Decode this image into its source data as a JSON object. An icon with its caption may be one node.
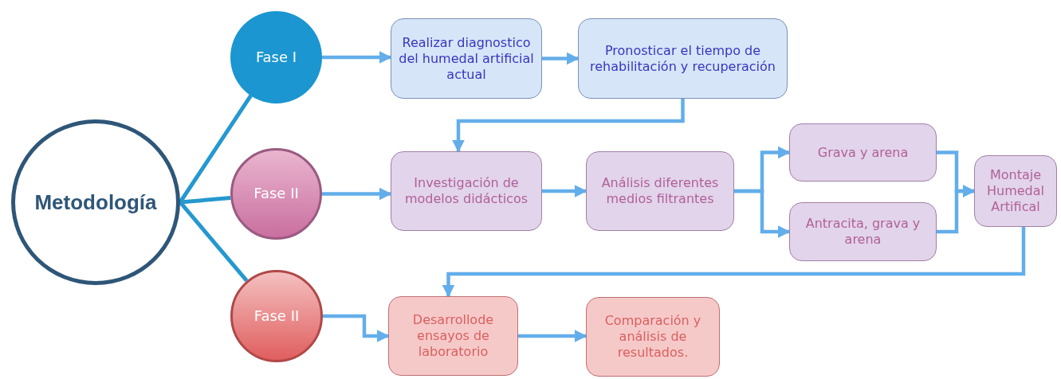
{
  "diagram": {
    "nodes": [
      {
        "text": [
          "Metodología"
        ]
      },
      {
        "text": [
          "Fase I"
        ]
      },
      {
        "text": [
          "Fase II"
        ]
      },
      {
        "text": [
          "Fase II"
        ]
      },
      {
        "text": [
          "Realizar diagnostico del humedal artificial actual"
        ]
      },
      {
        "text": [
          "Pronosticar el tiempo de rehabilitación y recuperación"
        ]
      },
      {
        "text": [
          "Investigación de modelos didácticos"
        ]
      },
      {
        "text": [
          "Análisis diferentes medios filtrantes"
        ]
      },
      {
        "text": [
          "Grava y arena"
        ]
      },
      {
        "text": [
          "Antracita, grava y arena"
        ]
      },
      {
        "text": [
          "Montaje Humedal Artifical"
        ]
      },
      {
        "text": [
          "Desarrollode ensayos de laboratorio"
        ]
      },
      {
        "text": [
          "Comparación y análisis de resultados."
        ]
      }
    ],
    "edges": [
      {
        "from": 0,
        "to": 1,
        "arrow": "none",
        "color": "#2598cf"
      },
      {
        "from": 0,
        "to": 2,
        "arrow": "none",
        "color": "#2598cf"
      },
      {
        "from": 0,
        "to": 3,
        "arrow": "none",
        "color": "#2598cf"
      },
      {
        "from": 1,
        "to": 4,
        "arrow": "to"
      },
      {
        "from": 4,
        "to": 5,
        "arrow": "to"
      },
      {
        "from": 5,
        "to": 6,
        "arrow": "to"
      },
      {
        "from": 2,
        "to": 6,
        "arrow": "to"
      },
      {
        "from": 6,
        "to": 7,
        "arrow": "to"
      },
      {
        "from": 7,
        "to": 8,
        "arrow": "to"
      },
      {
        "from": 7,
        "to": 9,
        "arrow": "to"
      },
      {
        "from": 8,
        "to": 10,
        "arrow": "to"
      },
      {
        "from": 9,
        "to": 10,
        "arrow": "to"
      },
      {
        "from": 10,
        "to": 11,
        "arrow": "to"
      },
      {
        "from": 3,
        "to": 11,
        "arrow": "to"
      },
      {
        "from": 11,
        "to": 12,
        "arrow": "to"
      }
    ]
  }
}
